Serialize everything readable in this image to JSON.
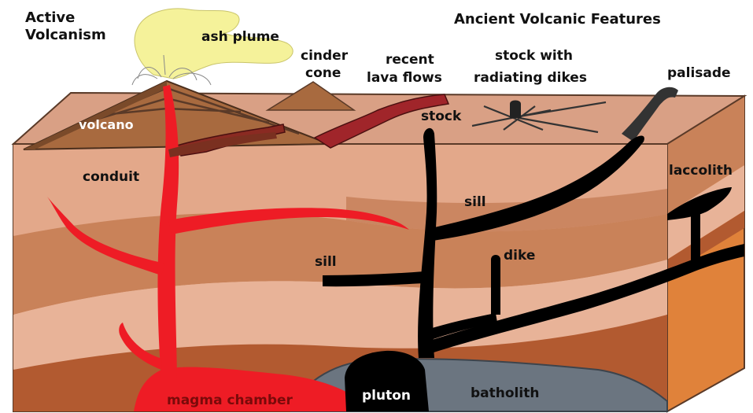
{
  "labels": {
    "active_line1": "Active",
    "active_line2": "Volcanism",
    "ancient": "Ancient Volcanic Features",
    "ash_plume": "ash plume",
    "cinder_line1": "cinder",
    "cinder_line2": "cone",
    "lava_line1": "recent",
    "lava_line2": "lava flows",
    "stock_dikes_line1": "stock with",
    "stock_dikes_line2": "radiating dikes",
    "palisade": "palisade",
    "stock": "stock",
    "volcano": "volcano",
    "conduit": "conduit",
    "laccolith": "laccolith",
    "sill_upper": "sill",
    "sill_lower": "sill",
    "dike": "dike",
    "magma_chamber": "magma chamber",
    "pluton": "pluton",
    "batholith": "batholith"
  },
  "colors": {
    "magma": "#ee1c25",
    "intrusion": "#000000",
    "surface": "#d9a085",
    "layer_light": "#e8b398",
    "layer_mid": "#c98259",
    "layer_dark": "#b25a30",
    "side_face": "#e0823a",
    "batholith": "#6b7580",
    "ash": "#f5f29a",
    "volcano": "#a86a3f",
    "lava": "#a0252a"
  }
}
